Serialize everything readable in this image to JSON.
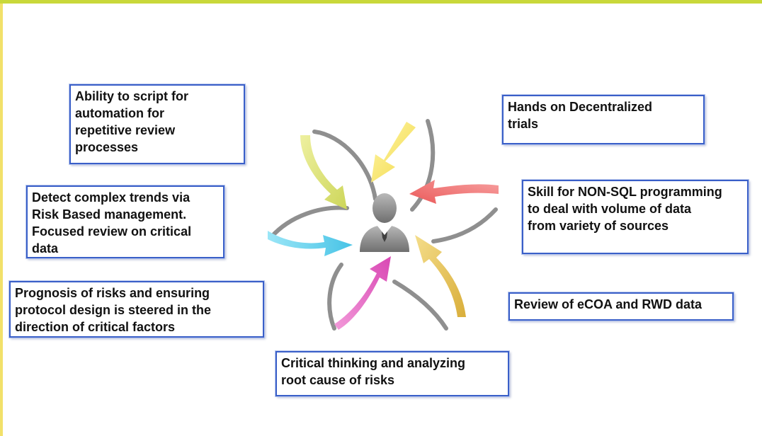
{
  "skills": [
    {
      "id": "script",
      "text": "Ability to script for\nautomation for\nrepetitive review\nprocesses"
    },
    {
      "id": "trends",
      "text": "Detect complex trends via\nRisk Based management.\nFocused review on critical\ndata"
    },
    {
      "id": "prognosis",
      "text": "Prognosis of risks and ensuring\nprotocol design is steered in the\ndirection of critical factors"
    },
    {
      "id": "critical",
      "text": "Critical thinking and analyzing\nroot cause of risks"
    },
    {
      "id": "decentralized",
      "text": "Hands on Decentralized\ntrials"
    },
    {
      "id": "nonsql",
      "text": "Skill for NON-SQL programming\nto deal with volume of data\nfrom variety of sources"
    },
    {
      "id": "ecoa",
      "text": "Review of eCOA and RWD data"
    }
  ],
  "center_icon": "person-icon",
  "colors": {
    "box_border": "#3a5fc8",
    "arrow_yellow": "#f3e15a",
    "arrow_lime": "#dde27a",
    "arrow_red": "#f07070",
    "arrow_cyan": "#6fd3ee",
    "arrow_pink": "#e46cc6",
    "arrow_gold": "#e7c760",
    "arc_gray": "#8f8f8f"
  }
}
